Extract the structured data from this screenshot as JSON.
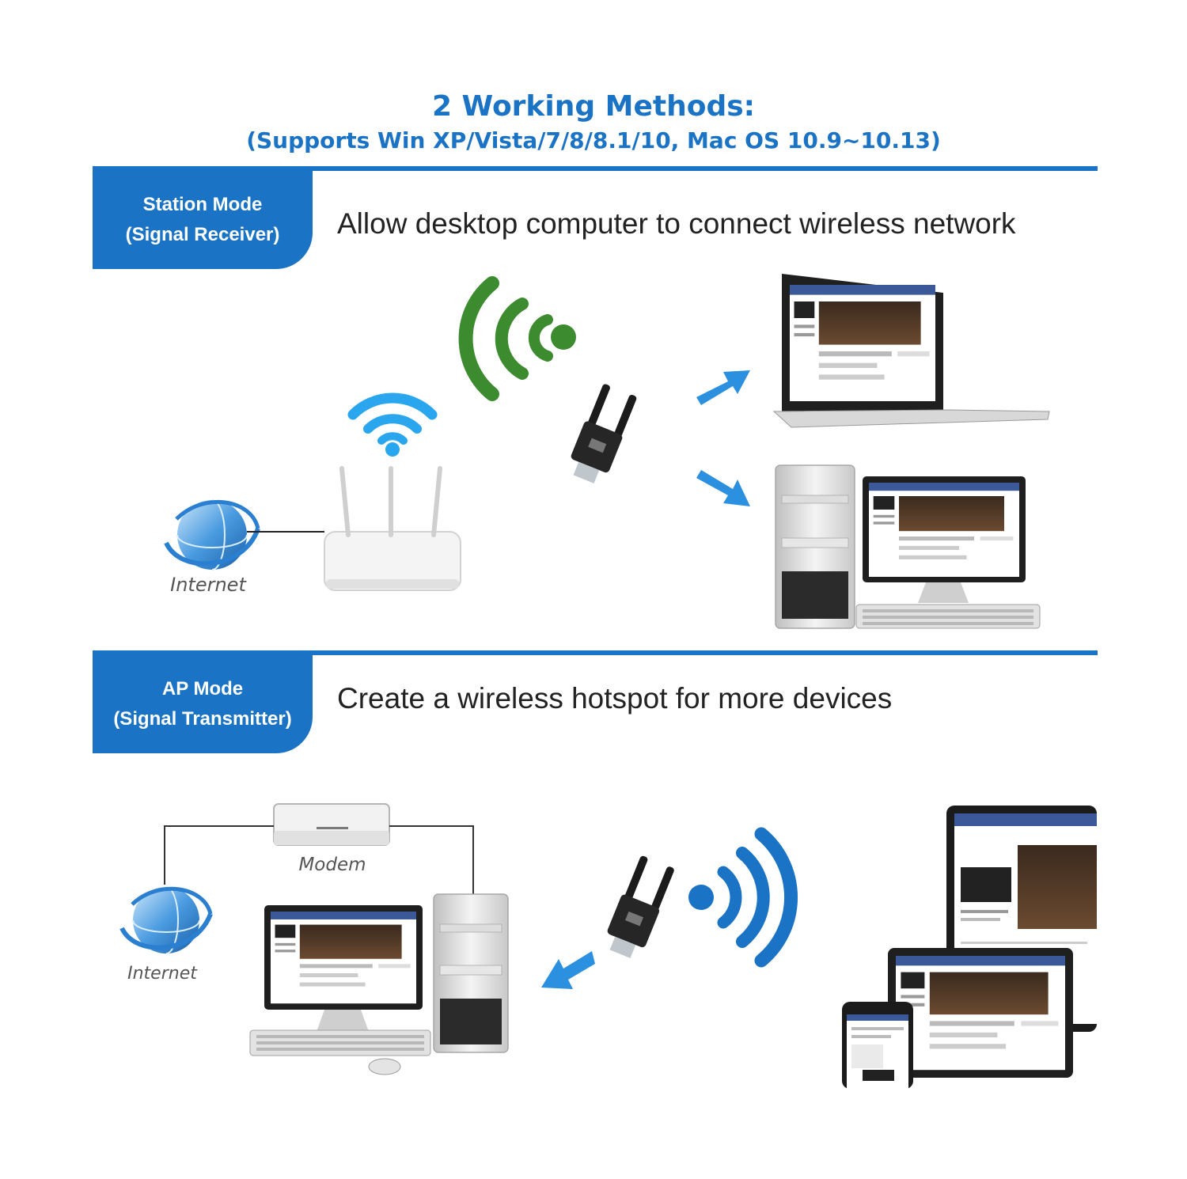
{
  "header": {
    "title": "2 Working Methods:",
    "subtitle": "(Supports Win XP/Vista/7/8/8.1/10, Mac OS 10.9~10.13)"
  },
  "station": {
    "mode_name": "Station Mode",
    "mode_role": "(Signal Receiver)",
    "description": "Allow desktop computer to connect wireless network",
    "internet_label": "Internet"
  },
  "ap": {
    "mode_name": "AP Mode",
    "mode_role": "(Signal Transmitter)",
    "description": "Create a wireless hotspot for more devices",
    "internet_label": "Internet",
    "modem_label": "Modem"
  },
  "colors": {
    "accent_blue": "#1a73c4",
    "wifi_light_blue": "#2aa6ee",
    "signal_green": "#3d8b2f",
    "arrow_blue": "#2b90e0"
  },
  "icons": [
    "wifi-icon",
    "globe-icon",
    "router-icon",
    "usb-adapter-icon",
    "laptop-icon",
    "desktop-computer-icon",
    "modem-icon",
    "tablet-icon",
    "phone-icon",
    "arrow-icon"
  ]
}
